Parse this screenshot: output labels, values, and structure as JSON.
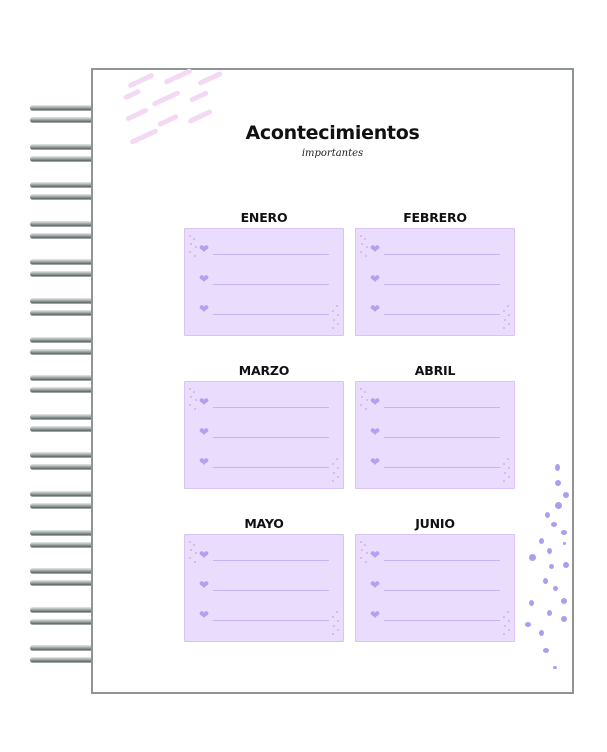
{
  "page": {
    "title": "Acontecimientos",
    "subtitle": "importantes"
  },
  "months": [
    {
      "label": "ENERO",
      "lines": 3
    },
    {
      "label": "FEBRERO",
      "lines": 3
    },
    {
      "label": "MARZO",
      "lines": 3
    },
    {
      "label": "ABRIL",
      "lines": 3
    },
    {
      "label": "MAYO",
      "lines": 3
    },
    {
      "label": "JUNIO",
      "lines": 3
    }
  ],
  "icons": {
    "bullet": "heart-icon",
    "binding": "spiral-ring-icon"
  },
  "colors": {
    "card_fill": "#eadcfc",
    "card_border": "#d8c4f6",
    "heart": "#b79ef0",
    "rule": "#c9b3f2",
    "accent_strokes": "#f4d9f5",
    "accent_dots": "#ab9df0",
    "page_border": "#8f9595"
  },
  "binding": {
    "ring_count": 15
  }
}
